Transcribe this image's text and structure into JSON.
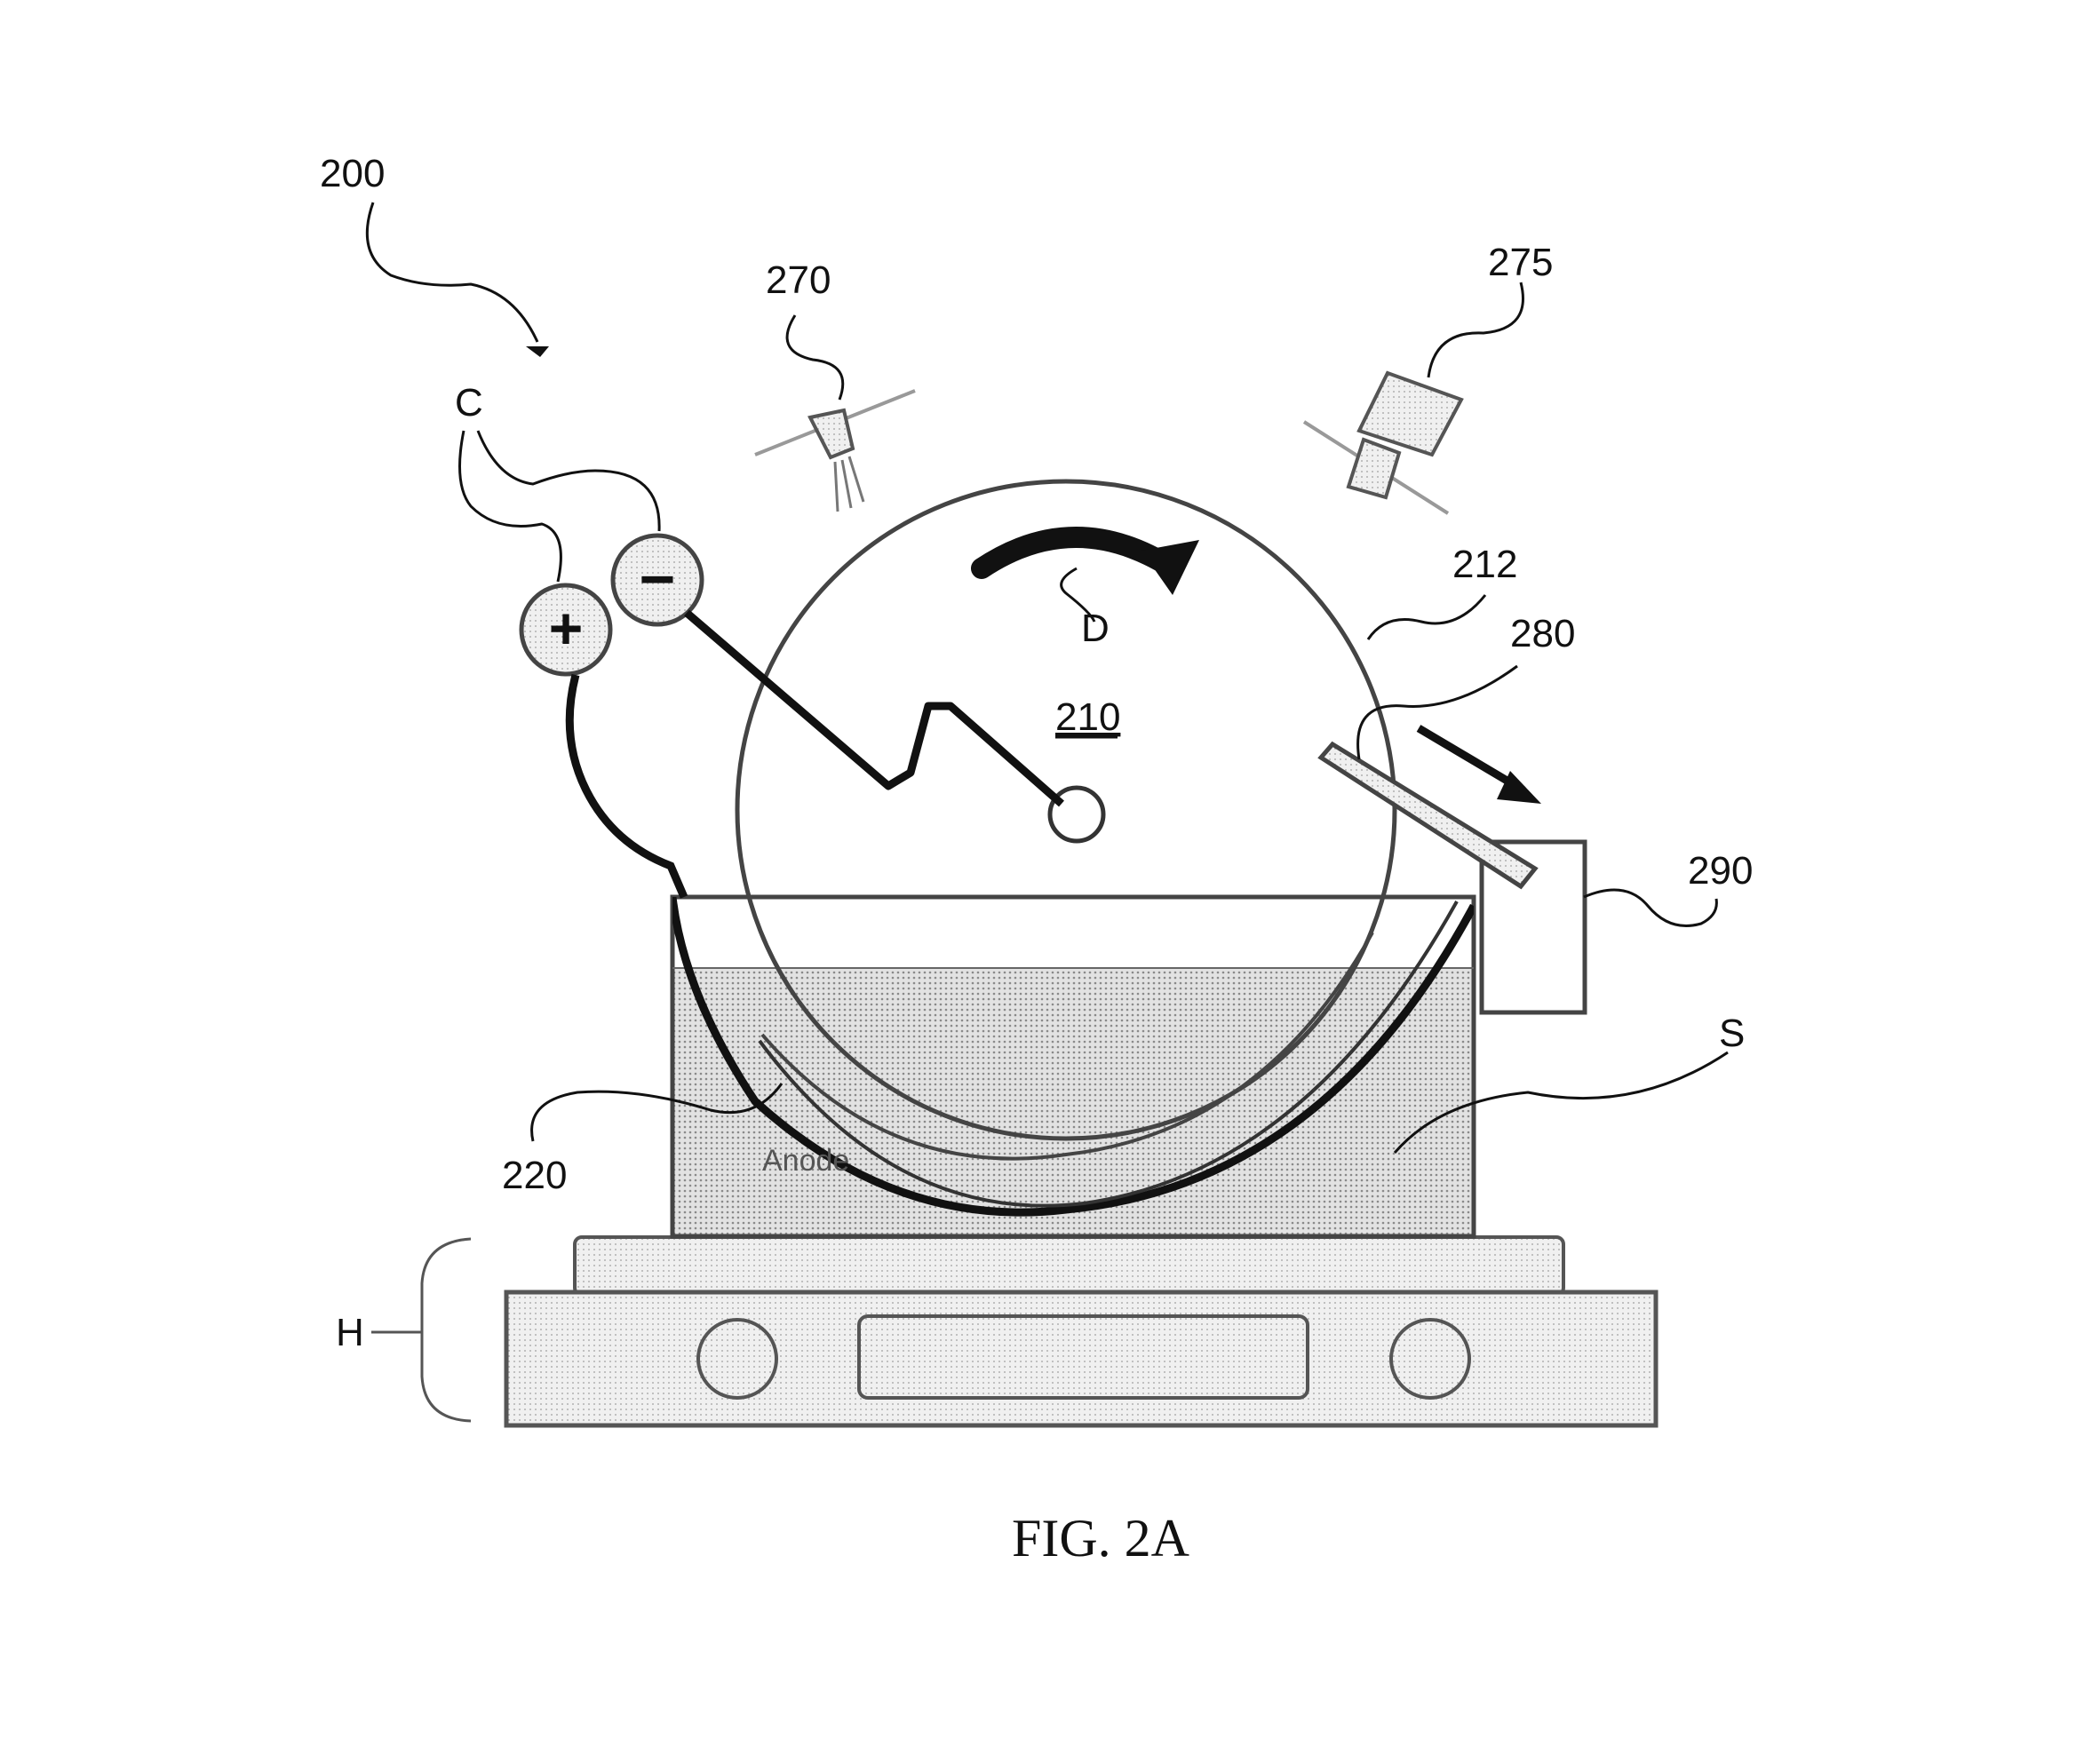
{
  "colors": {
    "ink": "#111111",
    "stipple": "#555555",
    "solution_fill": "#d4d4d4"
  },
  "labels": {
    "ref_200": "200",
    "ref_270": "270",
    "ref_275": "275",
    "ref_C": "C",
    "ref_D": "D",
    "ref_210": "210",
    "ref_212": "212",
    "ref_280": "280",
    "ref_290": "290",
    "ref_S": "S",
    "ref_220": "220",
    "ref_H": "H",
    "anode": "Anode"
  },
  "terminals": {
    "positive_symbol": "+",
    "negative_symbol": "−"
  },
  "caption": "FIG. 2A"
}
